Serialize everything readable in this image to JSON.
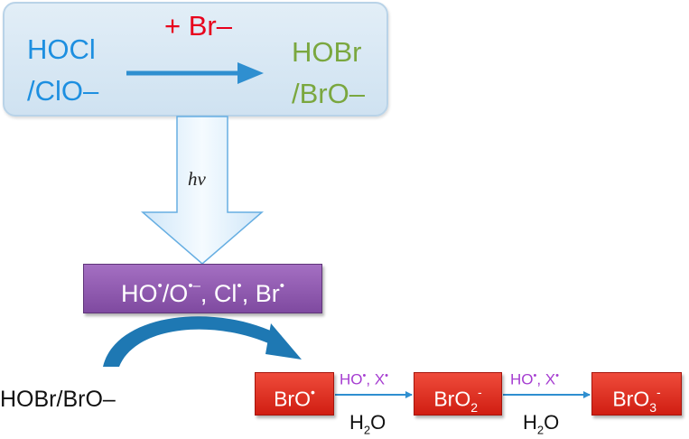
{
  "top_box": {
    "reactant_line1": "HOCl",
    "reactant_line2": "/ClO–",
    "reagent": "+ Br–",
    "product_line1": "HOBr",
    "product_line2": "/BrO–"
  },
  "light_arrow": {
    "label": "hv"
  },
  "radicals": {
    "ho": "HO",
    "slash_o": "/O",
    "o_charge": "–",
    "comma_cl": ", Cl",
    "comma_br": ", Br",
    "dot": "•"
  },
  "left_species": "HOBr/BrO–",
  "chain": {
    "box1": {
      "text": "BrO",
      "sup": "•"
    },
    "box2": {
      "text": "BrO",
      "sub": "2",
      "sup": "-"
    },
    "box3": {
      "text": "BrO",
      "sub": "3",
      "sup": "-"
    },
    "oxidant_text": "HO",
    "oxidant_dot": "•",
    "oxidant_sep": ", X",
    "water": "H",
    "water_sub": "2",
    "water_o": "O"
  },
  "colors": {
    "blue": "#1d8fe0",
    "green": "#7aa73f",
    "red": "#e8001c",
    "purple_box": "#8a55ab",
    "red_box": "#e0291b",
    "arrow_blue": "#2f8fd0",
    "radical_text": "#a63ed1"
  }
}
